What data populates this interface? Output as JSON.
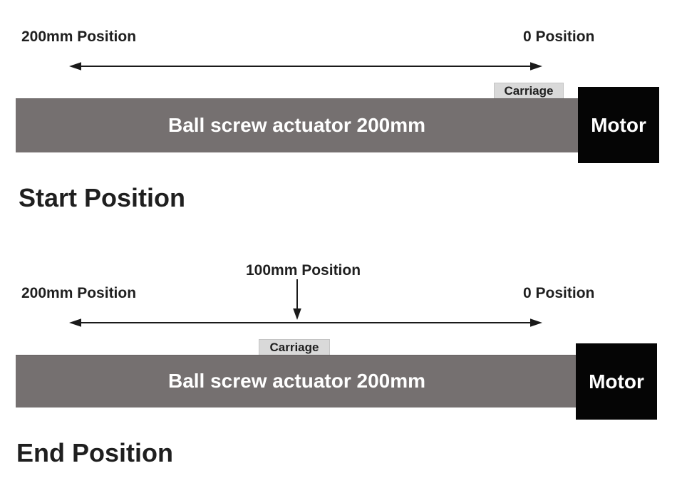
{
  "colors": {
    "actuator_fill": "#757070",
    "carriage_fill": "#d9d9d9",
    "carriage_border": "#c4c4c4",
    "motor_fill": "#050505",
    "arrow_stroke": "#1a1a1a",
    "text_dark": "#1f1f1f",
    "text_light": "#ffffff",
    "background": "#ffffff"
  },
  "start": {
    "heading": "Start Position",
    "left_position_label": "200mm Position",
    "right_position_label": "0 Position",
    "carriage_label": "Carriage",
    "actuator_label": "Ball screw actuator 200mm",
    "motor_label": "Motor"
  },
  "end": {
    "heading": "End Position",
    "carriage_position_label": "100mm Position",
    "left_position_label": "200mm Position",
    "right_position_label": "0 Position",
    "carriage_label": "Carriage",
    "actuator_label": "Ball screw actuator 200mm",
    "motor_label": "Motor"
  }
}
